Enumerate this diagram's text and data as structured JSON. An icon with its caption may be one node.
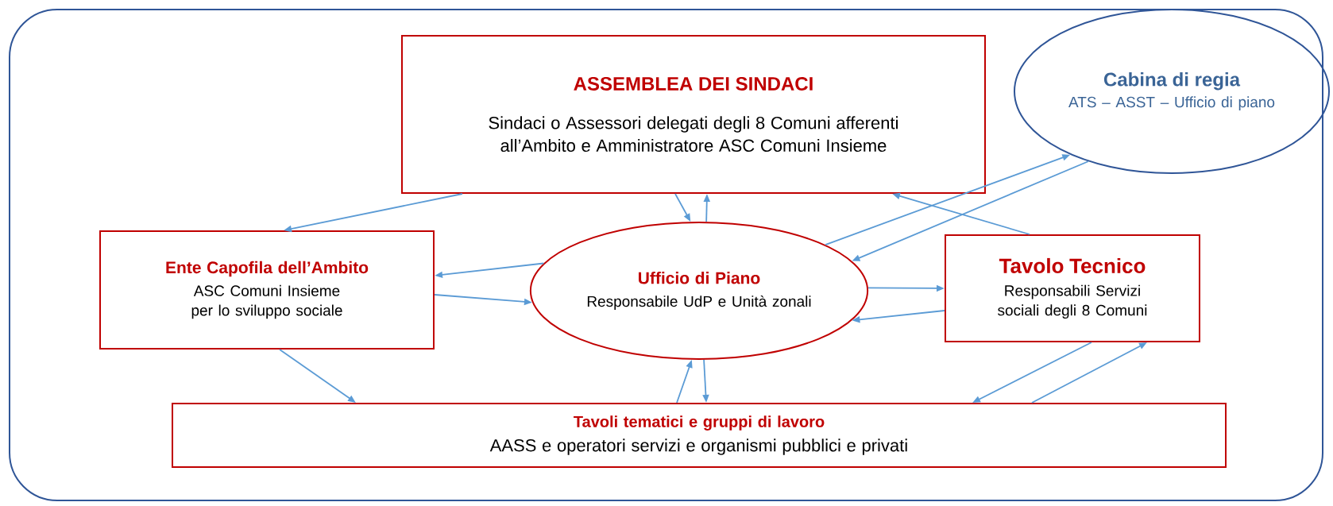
{
  "diagram": {
    "nodes": [
      {
        "text": [
          "ASSEMBLEA DEI SINDACI",
          "Sindaci o Assessori delegati degli 8 Comuni afferenti all’Ambito e Amministratore ASC Comuni Insieme"
        ]
      },
      {
        "text": [
          "Cabina di regia",
          "ATS – ASST – Ufficio di piano"
        ]
      },
      {
        "text": [
          "Ente Capofila dell’Ambito",
          "ASC Comuni Insieme per lo sviluppo sociale"
        ]
      },
      {
        "text": [
          "Ufficio di Piano",
          "Responsabile UdP e Unità zonali"
        ]
      },
      {
        "text": [
          "Tavolo Tecnico",
          "Responsabili Servizi sociali degli 8 Comuni"
        ]
      },
      {
        "text": [
          "Tavoli tematici e gruppi di lavoro",
          "AASS e operatori servizi e organismi pubblici e privati"
        ]
      }
    ],
    "edges": [
      {
        "from": 0,
        "to": 2,
        "arrow": "to"
      },
      {
        "from": 0,
        "to": 3,
        "arrow": "to"
      },
      {
        "from": 3,
        "to": 0,
        "arrow": "to"
      },
      {
        "from": 3,
        "to": 2,
        "arrow": "to"
      },
      {
        "from": 2,
        "to": 3,
        "arrow": "to"
      },
      {
        "from": 3,
        "to": 4,
        "arrow": "to"
      },
      {
        "from": 4,
        "to": 3,
        "arrow": "to"
      },
      {
        "from": 4,
        "to": 0,
        "arrow": "to"
      },
      {
        "from": 3,
        "to": 1,
        "arrow": "to"
      },
      {
        "from": 1,
        "to": 3,
        "arrow": "to"
      },
      {
        "from": 2,
        "to": 5,
        "arrow": "to"
      },
      {
        "from": 3,
        "to": 5,
        "arrow": "to"
      },
      {
        "from": 5,
        "to": 3,
        "arrow": "to"
      },
      {
        "from": 4,
        "to": 5,
        "arrow": "to"
      },
      {
        "from": 5,
        "to": 4,
        "arrow": "to"
      }
    ]
  }
}
